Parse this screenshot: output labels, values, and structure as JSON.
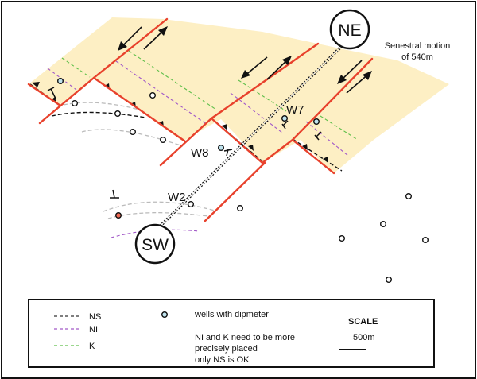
{
  "diagram": {
    "annotation": {
      "line1": "Senestral motion",
      "line2": "of 540m"
    },
    "section_ends": {
      "ne": "NE",
      "sw": "SW"
    },
    "well_labels": {
      "w7": "W7",
      "w8": "W8",
      "w2": "W2"
    },
    "colors": {
      "block_fill": "#fdefc4",
      "fault": "#e8412c",
      "ns_horizon": "#111111",
      "ni_horizon": "#a259c8",
      "k_horizon": "#5fbf4a",
      "projected_horizon": "#bbbbbb",
      "dipmeter_well_fill": "#bfe3ee",
      "highlight_well_fill": "#f06a55"
    }
  },
  "legend": {
    "entries": [
      {
        "key": "ns",
        "label": "NS",
        "color": "#333333"
      },
      {
        "key": "ni",
        "label": "NI",
        "color": "#a259c8"
      },
      {
        "key": "k",
        "label": "K",
        "color": "#5fbf4a"
      }
    ],
    "well_symbol_label": "wells with dipmeter",
    "note_line1": "NI and K need to be more",
    "note_line2": "precisely placed",
    "note_line3": "only NS is OK",
    "scale_title": "SCALE",
    "scale_value": "500m"
  }
}
